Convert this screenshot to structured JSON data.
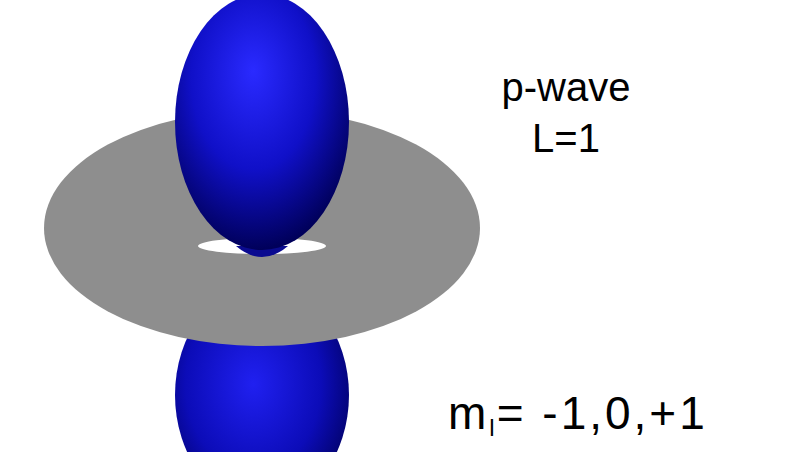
{
  "diagram": {
    "labels": [
      "p-wave",
      "L=1",
      "m",
      "l",
      "= -1,0,+1"
    ]
  }
}
